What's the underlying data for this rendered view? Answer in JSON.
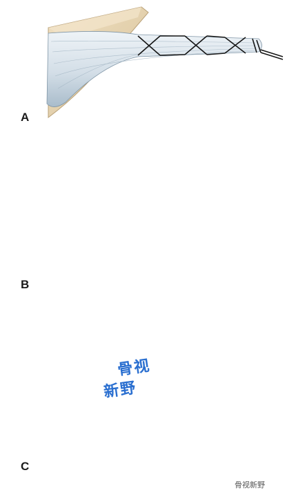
{
  "panels": [
    {
      "label": "A"
    },
    {
      "label": "B"
    },
    {
      "label": "C"
    }
  ],
  "watermark": {
    "line1": "骨视",
    "line2": "新野",
    "footer": "骨视新野"
  },
  "colors": {
    "bone": "#e8d6b3",
    "bone_shadow": "#cdb58c",
    "tendon": "#d9e4ec",
    "tendon_shadow": "#a9bccb",
    "suture": "#151515",
    "watermark_blue": "#2a6fd0"
  }
}
